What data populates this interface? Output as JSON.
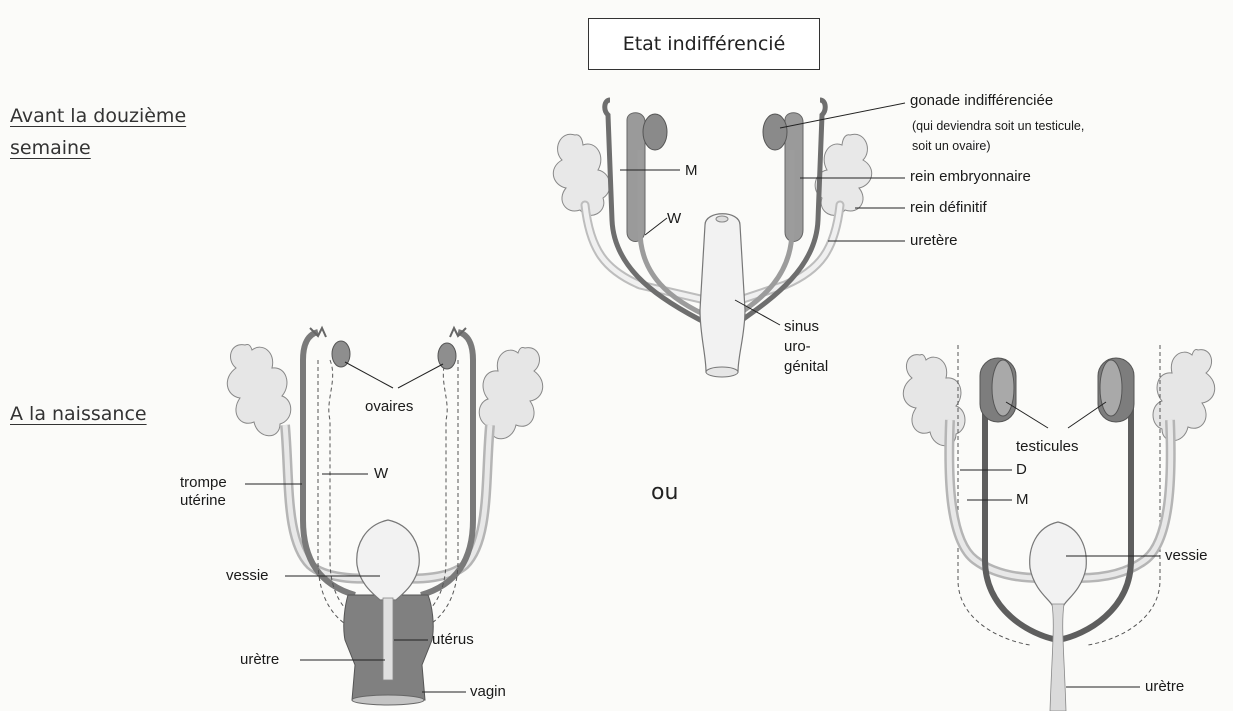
{
  "title": "Etat indifférencié",
  "sections": {
    "before_line1": "Avant la douzième",
    "before_line2": "semaine",
    "birth": "A la naissance"
  },
  "or_label": "ou",
  "top_labels": {
    "gonade": "gonade indifférenciée",
    "gonade_note1": "(qui deviendra soit un testicule,",
    "gonade_note2": "soit un ovaire)",
    "rein_embryonnaire": "rein embryonnaire",
    "rein_definitif": "rein définitif",
    "uretere": "uretère",
    "m": "M",
    "w": "W",
    "sinus1": "sinus",
    "sinus2": "uro-",
    "sinus3": "génital"
  },
  "female_labels": {
    "ovaires": "ovaires",
    "w": "W",
    "trompe1": "trompe",
    "trompe2": "utérine",
    "vessie": "vessie",
    "uterus": "utérus",
    "uretre": "urètre",
    "vagin": "vagin"
  },
  "male_labels": {
    "testicules": "testicules",
    "d": "D",
    "m": "M",
    "vessie": "vessie",
    "uretre": "urètre"
  }
}
